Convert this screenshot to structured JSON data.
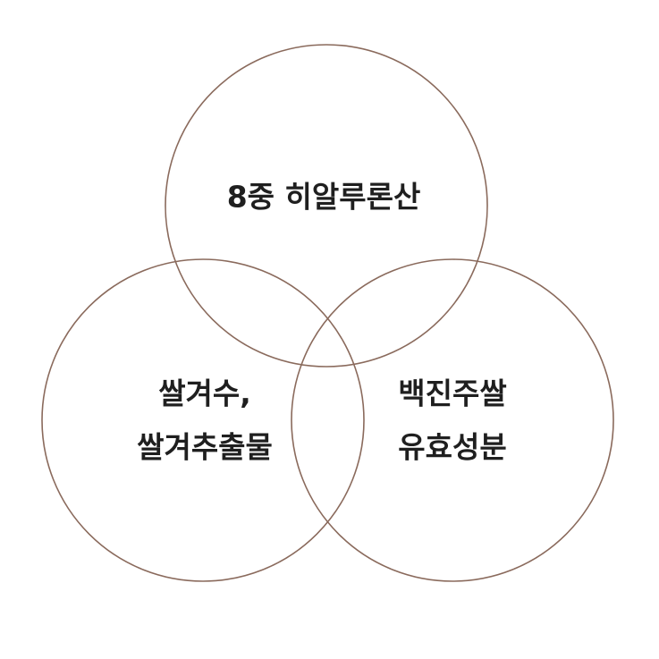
{
  "diagram": {
    "type": "venn",
    "stroke_color": "#8a6a5c",
    "text_color": "#1f1f1f",
    "sets": [
      {
        "id": "top",
        "lines": [
          "8중 히알루론산"
        ]
      },
      {
        "id": "left",
        "lines": [
          "쌀겨수,",
          "쌀겨추출물"
        ]
      },
      {
        "id": "right",
        "lines": [
          "백진주쌀",
          "유효성분"
        ]
      }
    ]
  }
}
